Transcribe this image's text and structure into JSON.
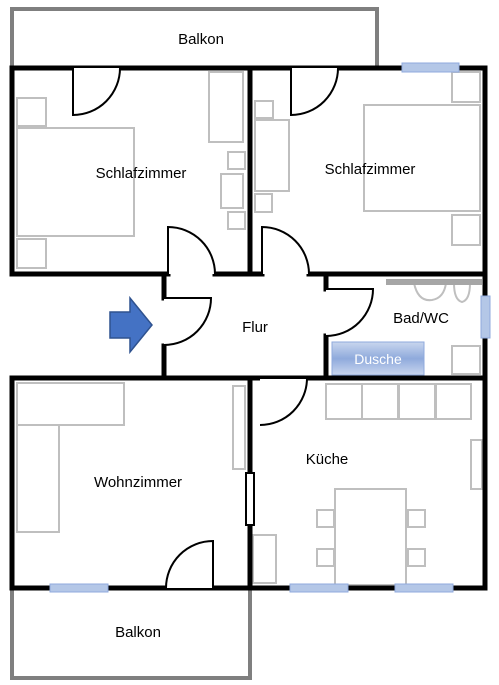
{
  "rooms": {
    "balcony_top": "Balkon",
    "bedroom_left": "Schlafzimmer",
    "bedroom_right": "Schlafzimmer",
    "hallway": "Flur",
    "bathroom": "Bad/WC",
    "shower": "Dusche",
    "living_room": "Wohnzimmer",
    "kitchen": "Küche",
    "balcony_bottom": "Balkon"
  },
  "colors": {
    "walls": "#000000",
    "balcony_rails": "#7f7f7f",
    "furniture_outline": "#bfbfbf",
    "windows": "#b4c7e7",
    "entrance_arrow": "#4472c4",
    "shower_fill": "#8faadc"
  },
  "icons": {
    "entrance": "entrance-arrow-icon"
  }
}
